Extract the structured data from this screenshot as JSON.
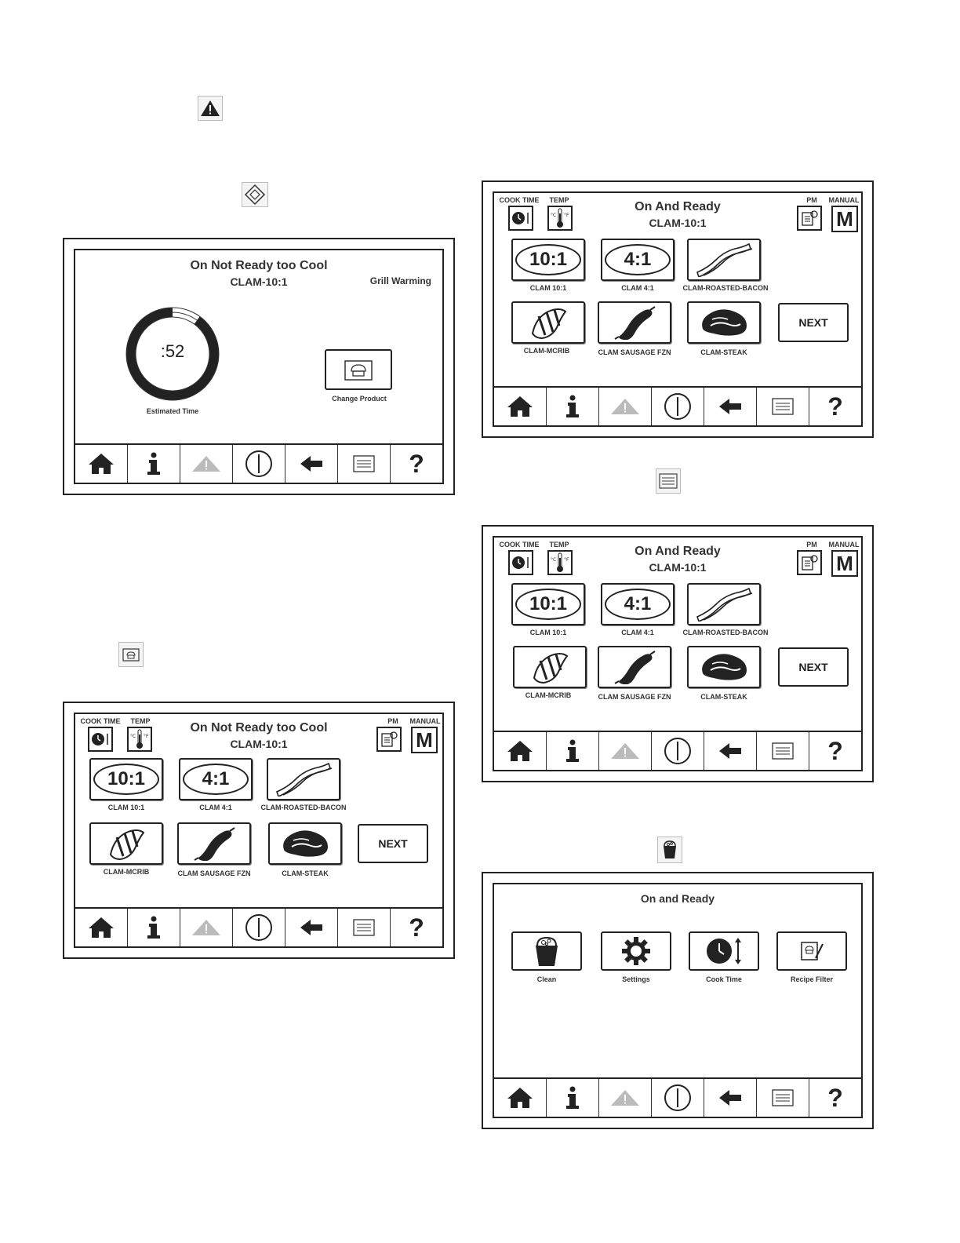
{
  "screens": {
    "s1": {
      "title": "On Not Ready too Cool",
      "product": "CLAM-10:1",
      "side_status": "Grill Warming",
      "timer": ":52",
      "timer_label": "Estimated Time",
      "timer_progress": 0.9,
      "change_product_label": "Change Product"
    },
    "s2": {
      "title": "On Not Ready too Cool",
      "product": "CLAM-10:1"
    },
    "s3": {
      "title": "On And Ready",
      "product": "CLAM-10:1"
    },
    "s4": {
      "title": "On And Ready",
      "product": "CLAM-10:1"
    },
    "s5": {
      "title": "On and Ready"
    }
  },
  "header_labels": {
    "cook_time": "COOK TIME",
    "temp": "TEMP",
    "pm": "PM",
    "manual": "MANUAL",
    "manual_letter": "M"
  },
  "products": {
    "clam10": {
      "badge": "10:1",
      "label": "CLAM 10:1"
    },
    "clam4": {
      "badge": "4:1",
      "label": "CLAM 4:1"
    },
    "bacon": {
      "label": "CLAM-ROASTED-BACON"
    },
    "mcrib": {
      "label": "CLAM-MCRIB"
    },
    "sausage": {
      "label": "CLAM SAUSAGE FZN"
    },
    "steak": {
      "label": "CLAM-STEAK"
    },
    "next": "NEXT"
  },
  "menu": {
    "clean": "Clean",
    "settings": "Settings",
    "cook_time": "Cook Time",
    "recipe_filter": "Recipe Filter"
  },
  "toolbar": {
    "help": "?"
  }
}
